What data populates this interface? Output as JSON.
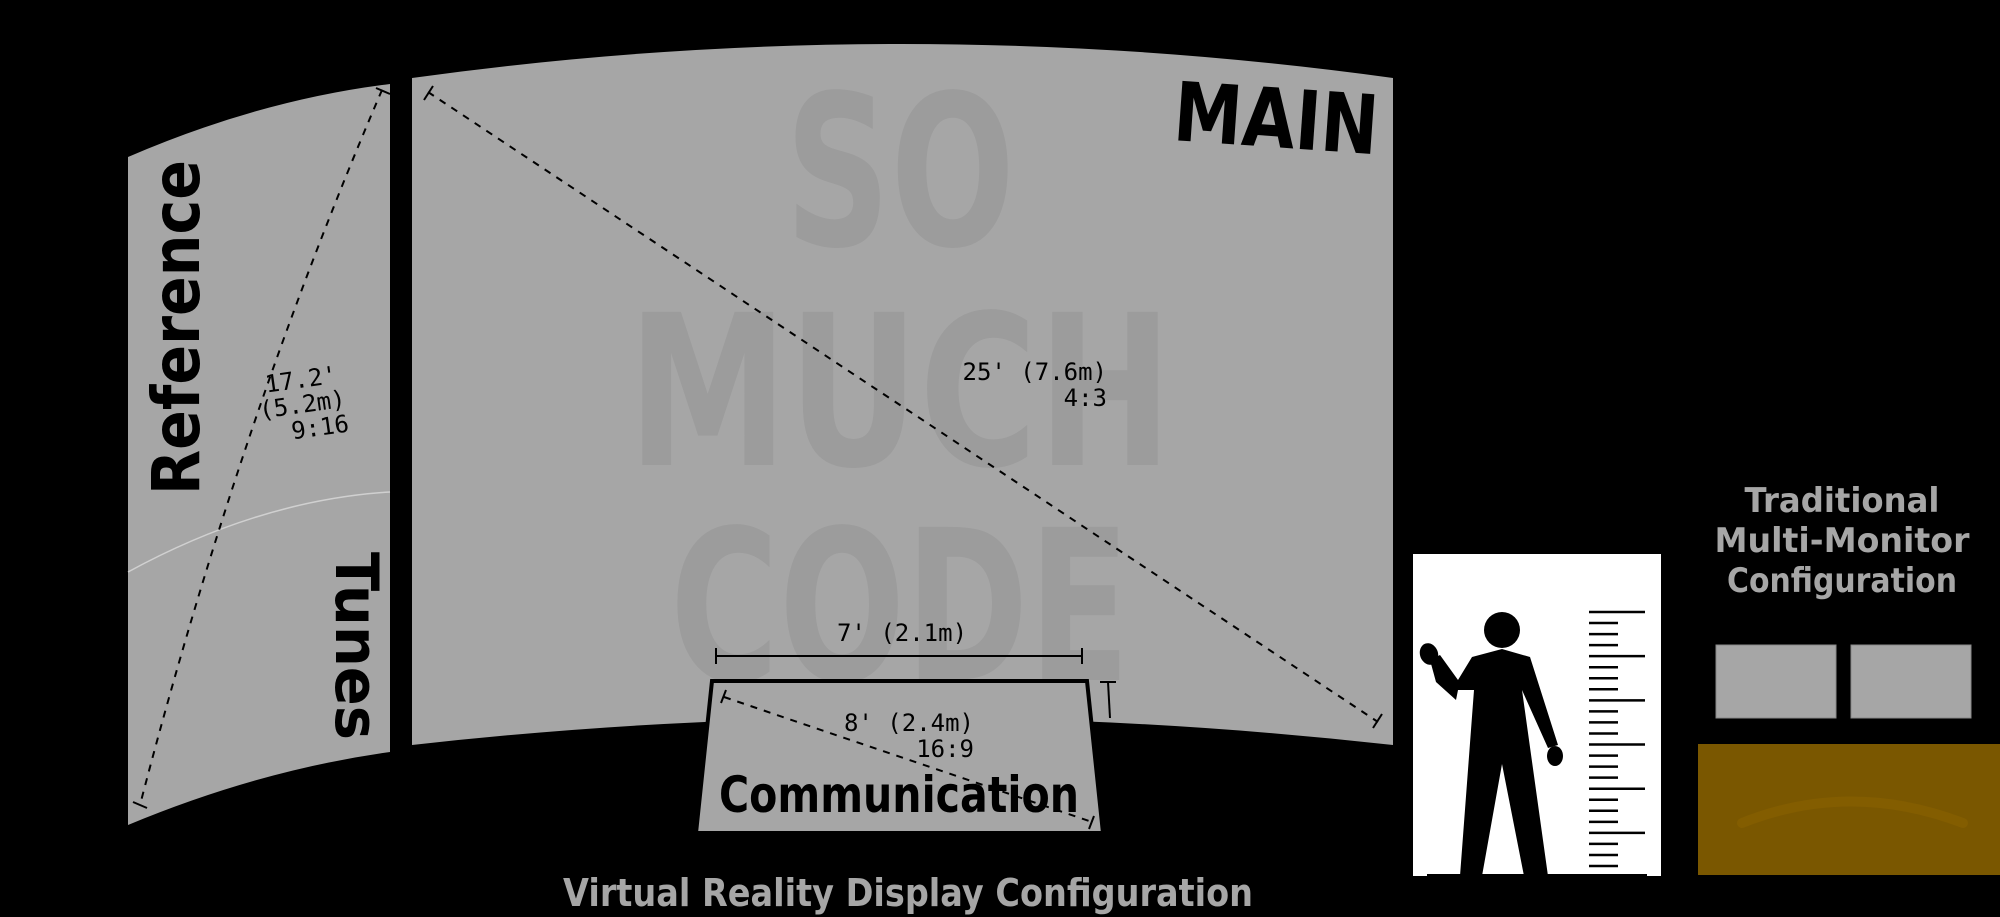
{
  "title": "Virtual Reality Display Configuration",
  "colors": {
    "background": "#000000",
    "screen": "#a6a6a6",
    "watermark": "#9e9e9e",
    "title_text": "#a6a6a6",
    "desk": "#7a5700",
    "desk_arc": "#805b00",
    "person_bg": "#ffffff"
  },
  "watermark": {
    "line1": "SO",
    "line2": "MUCH",
    "line3": "CODE"
  },
  "screens": {
    "main": {
      "label": "MAIN",
      "diagonal": "25' (7.6m)",
      "aspect": "4:3"
    },
    "reference": {
      "label": "Reference",
      "diagonal_ft": "17.2'",
      "diagonal_m": "(5.2m)",
      "aspect": "9:16"
    },
    "tunes": {
      "label": "Tunes"
    },
    "communication": {
      "label": "Communication",
      "width": "7' (2.1m)",
      "diagonal": "8' (2.4m)",
      "aspect": "16:9"
    }
  },
  "scale_figure": {
    "description": "human-scale-reference",
    "ruler_ticks": 24
  },
  "traditional": {
    "line1": "Traditional",
    "line2": "Multi-Monitor",
    "line3": "Configuration",
    "monitors": 2
  }
}
